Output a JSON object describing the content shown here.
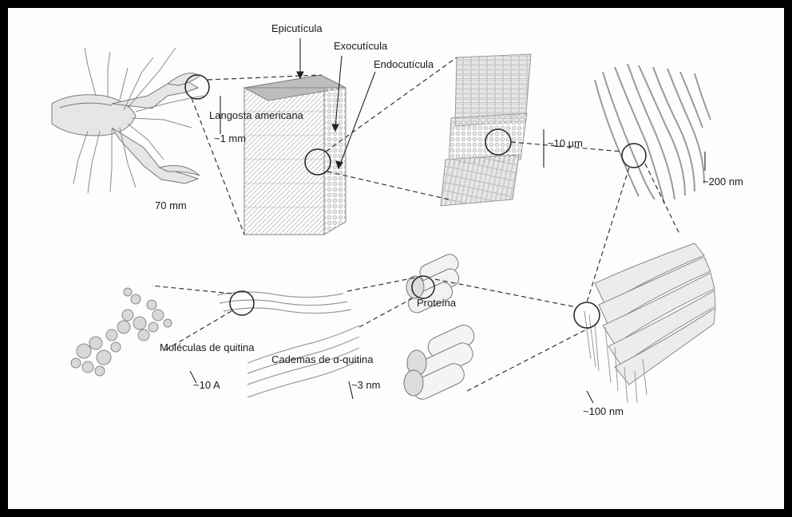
{
  "labels": {
    "epicuticula": "Epicutícula",
    "exocuticula": "Exocutícula",
    "endocuticula": "Endocutícula",
    "langosta": "Langosta americana",
    "mm1": "~1 mm",
    "mm70": "70 mm",
    "um10": "~10 µm",
    "nm200": "~200 nm",
    "proteina": "Proteína",
    "moleculas": "Moléculas de quitina",
    "cadenas": "Cademas de α-quitina",
    "a10": "~10 A",
    "nm3": "~3 nm",
    "nm100": "~100 nm"
  }
}
